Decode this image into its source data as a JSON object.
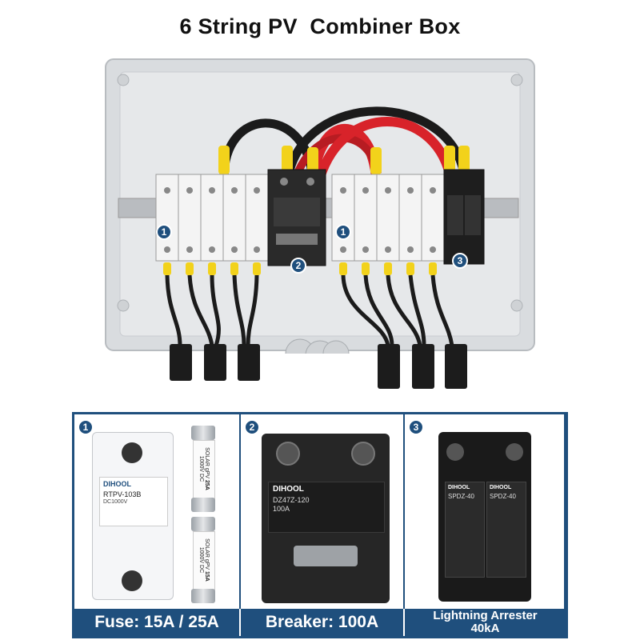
{
  "title": "6 String PV  Combiner Box",
  "callouts": [
    "1",
    "2",
    "3"
  ],
  "brand": "DIHOOL",
  "fuse": {
    "holder_model": "RTPV-103B",
    "holder_rating": "DC1000V",
    "fuse_top_text": "SOLAR gPV",
    "fuse_top_rating": "25A",
    "fuse_top_voltage": "1000V DC",
    "fuse_bottom_text": "SOLAR gPV",
    "fuse_bottom_rating": "15A",
    "fuse_bottom_voltage": "1000V DC"
  },
  "breaker": {
    "model": "DZ47Z-120",
    "rating": "100A"
  },
  "arrester": {
    "model": "SPDZ-40"
  },
  "captions": {
    "fuse": "Fuse: 15A / 25A",
    "breaker": "Breaker: 100A",
    "arrester_line1": "Lightning Arrester",
    "arrester_line2": "40kA"
  },
  "colors": {
    "accent": "#1f4f7d",
    "enclosure": "#dcdfe2",
    "cable_red": "#d8232a",
    "ferrule_yellow": "#f2d21b"
  }
}
